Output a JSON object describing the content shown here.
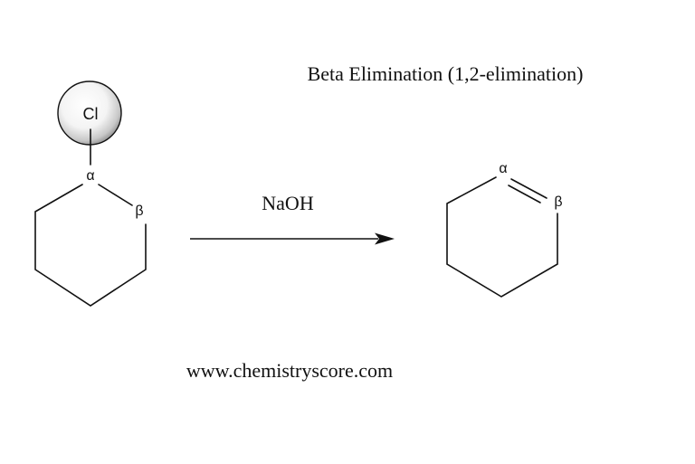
{
  "title": "Beta Elimination (1,2-elimination)",
  "reagent": "NaOH",
  "footer": "www.chemistryscore.com",
  "reactant": {
    "leaving_group": "Cl",
    "alpha_label": "α",
    "beta_label": "β"
  },
  "product": {
    "alpha_label": "α",
    "beta_label": "β"
  },
  "colors": {
    "ink": "#111111",
    "halo_fill": "#f2f2f2",
    "halo_shadow": "#8f8f8f"
  }
}
